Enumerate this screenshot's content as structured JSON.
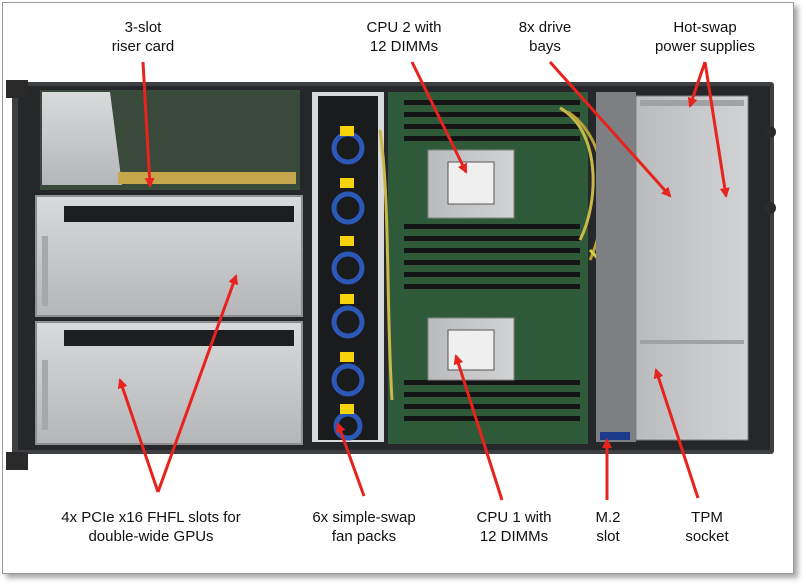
{
  "labels": {
    "riser": [
      "3-slot",
      "riser card"
    ],
    "cpu2": [
      "CPU 2 with",
      "12 DIMMs"
    ],
    "drives": [
      "8x drive",
      "bays"
    ],
    "psu": [
      "Hot-swap",
      "power supplies"
    ],
    "pcie": [
      "4x PCIe x16 FHFL slots for",
      "double-wide GPUs"
    ],
    "fans": [
      "6x simple-swap",
      "fan packs"
    ],
    "cpu1": [
      "CPU 1 with",
      "12 DIMMs"
    ],
    "m2": [
      "M.2",
      "slot"
    ],
    "tpm": [
      "TPM",
      "socket"
    ]
  },
  "colors": {
    "callout": "#e8231d",
    "chassis": "#8e8f91",
    "board": "#2f5a3a",
    "fan_blue": "#2c58b8"
  }
}
